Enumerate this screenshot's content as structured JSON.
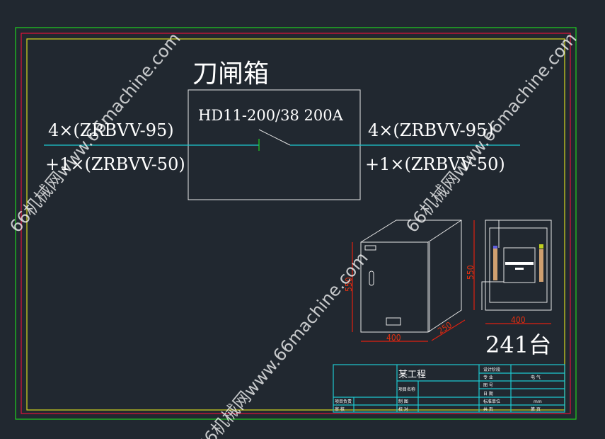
{
  "title": "刀闸箱",
  "switch_label": "HD11-200/38  200A",
  "cable_in": {
    "line1": "4×(ZRBVV-95)",
    "line2": "+1×(ZRBVV-50)"
  },
  "cable_out": {
    "line1": "4×(ZRBVV-95)",
    "line2": "+1×(ZRBVV-50)"
  },
  "front_view": {
    "height": "550",
    "width": "400",
    "depth": "250"
  },
  "inner_view": {
    "height": "550",
    "width": "400"
  },
  "quantity": "241台",
  "title_block": {
    "project": "某工程",
    "project_name_label": "项目名称",
    "project_lead_label": "项目负责",
    "review_label": "审  核",
    "drawn_label": "制  图",
    "check_label": "校  对",
    "stage_label": "设计阶段",
    "discipline_label": "专  业",
    "discipline_value": "电  气",
    "drawing_no_label": "图  号",
    "date_label": "日  期",
    "unit_label": "标准单位",
    "unit_value": "mm",
    "total_pages_label": "共  页",
    "page_label": "第  页"
  },
  "watermark": "66机械网www.66machine.com"
}
